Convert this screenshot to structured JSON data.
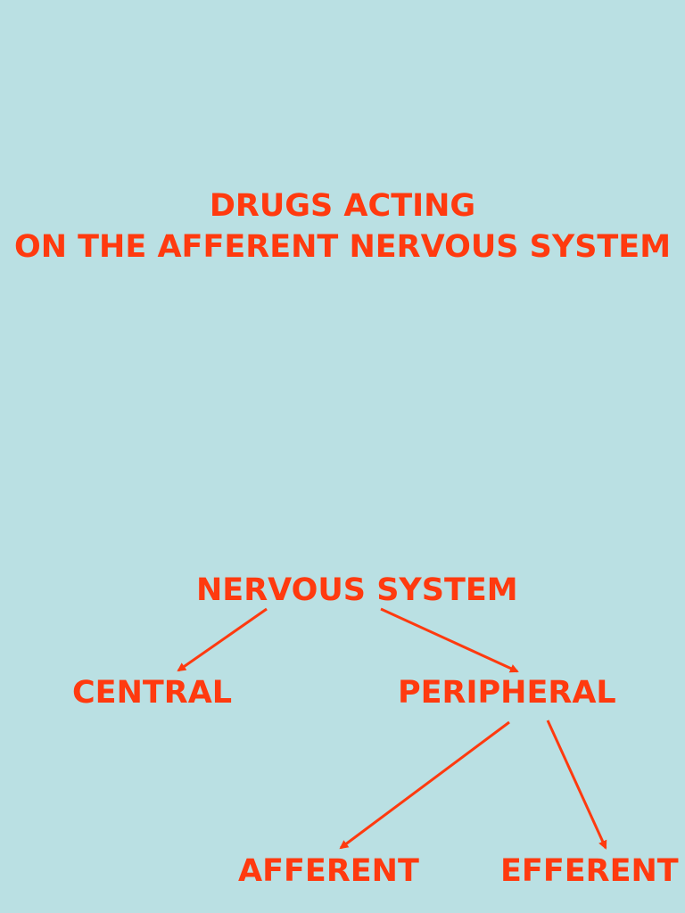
{
  "title": {
    "line1": "DRUGS ACTING",
    "line2": "ON THE AFFERENT NERVOUS SYSTEM"
  },
  "diagram": {
    "root": "NERVOUS SYSTEM",
    "central": "CENTRAL",
    "peripheral": "PERIPHERAL",
    "afferent": "AFFERENT",
    "efferent": "EFFERENT"
  },
  "colors": {
    "background": "#bae0e3",
    "text": "#ff3a0f",
    "arrow": "#ff3a0f"
  }
}
